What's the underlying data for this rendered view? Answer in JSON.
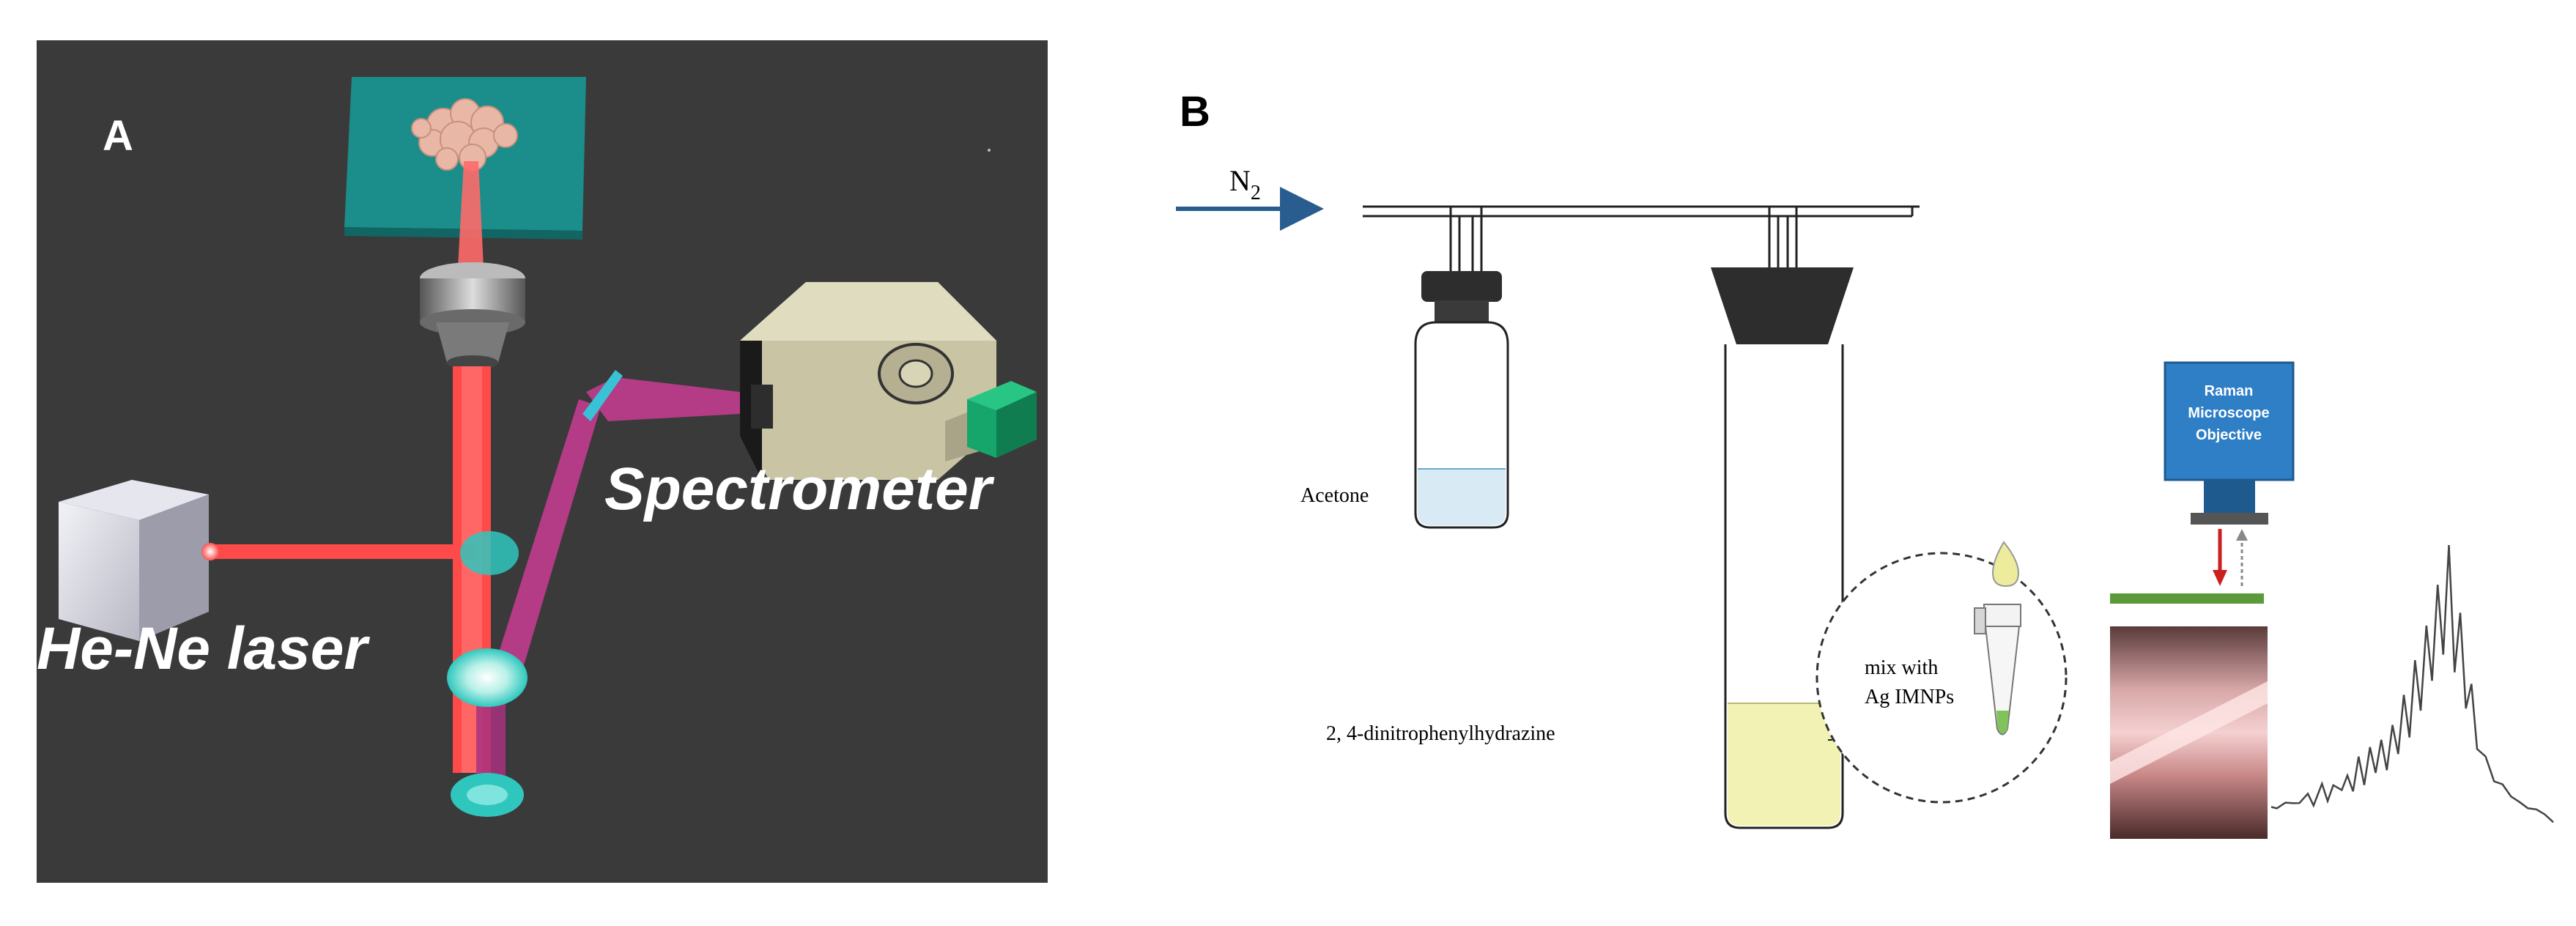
{
  "panel_a": {
    "letter": "A",
    "laser_label": "He-Ne laser",
    "spectrometer_label": "Spectrometer",
    "colors": {
      "background": "#3a3a3a",
      "beam": "#ff4a4a",
      "return_beam": "#c23c8e",
      "stage": "#1b8d8a",
      "detector": "#16a56a"
    }
  },
  "panel_b": {
    "letter": "B",
    "gas_label": "N",
    "gas_subscript": "2",
    "acetone_label": "Acetone",
    "reagent_label": "2, 4-dinitrophenylhydrazine",
    "mix_line1": "mix with",
    "mix_line2": "Ag IMNPs",
    "objective_line1": "Raman",
    "objective_line2": "Microscope",
    "objective_line3": "Objective",
    "spectrum": [
      [
        0,
        0.05
      ],
      [
        0.02,
        0.06
      ],
      [
        0.05,
        0.05
      ],
      [
        0.08,
        0.08
      ],
      [
        0.1,
        0.06
      ],
      [
        0.13,
        0.1
      ],
      [
        0.15,
        0.07
      ],
      [
        0.18,
        0.12
      ],
      [
        0.2,
        0.08
      ],
      [
        0.22,
        0.14
      ],
      [
        0.25,
        0.1
      ],
      [
        0.27,
        0.18
      ],
      [
        0.29,
        0.11
      ],
      [
        0.31,
        0.22
      ],
      [
        0.33,
        0.14
      ],
      [
        0.35,
        0.28
      ],
      [
        0.37,
        0.16
      ],
      [
        0.39,
        0.3
      ],
      [
        0.41,
        0.2
      ],
      [
        0.43,
        0.34
      ],
      [
        0.45,
        0.24
      ],
      [
        0.47,
        0.48
      ],
      [
        0.49,
        0.3
      ],
      [
        0.51,
        0.58
      ],
      [
        0.53,
        0.42
      ],
      [
        0.55,
        0.72
      ],
      [
        0.57,
        0.5
      ],
      [
        0.59,
        0.88
      ],
      [
        0.61,
        0.62
      ],
      [
        0.63,
        1.0
      ],
      [
        0.65,
        0.55
      ],
      [
        0.67,
        0.78
      ],
      [
        0.69,
        0.4
      ],
      [
        0.71,
        0.5
      ],
      [
        0.73,
        0.28
      ],
      [
        0.76,
        0.22
      ],
      [
        0.79,
        0.16
      ],
      [
        0.82,
        0.12
      ],
      [
        0.85,
        0.1
      ],
      [
        0.88,
        0.06
      ],
      [
        0.91,
        0.05
      ],
      [
        0.94,
        0.04
      ],
      [
        0.97,
        0.02
      ],
      [
        1.0,
        0.0
      ]
    ],
    "colors": {
      "arrow": "#2a5d8f",
      "acetone": "#d8ebf5",
      "reagent": "#f2f2b4",
      "objective": "#2f7fc6",
      "substrate": "#5a9a3a"
    }
  }
}
